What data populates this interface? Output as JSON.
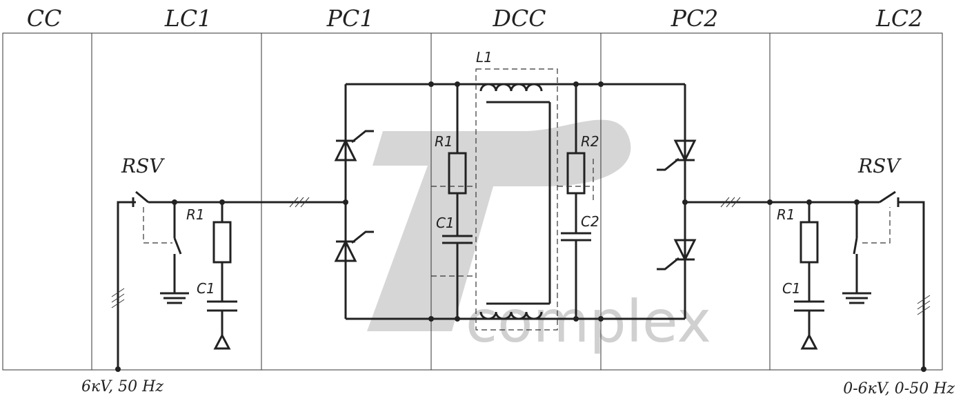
{
  "sections": [
    "CC",
    "LC1",
    "PC1",
    "DCC",
    "PC2",
    "LC2"
  ],
  "labels": {
    "rsv_left": "RSV",
    "rsv_right": "RSV",
    "lc1_r": "R1",
    "lc1_c": "C1",
    "dcc_r1": "R1",
    "dcc_c1": "C1",
    "dcc_r2": "R2",
    "dcc_c2": "C2",
    "dcc_l": "L1",
    "lc2_r": "R1",
    "lc2_c": "C1"
  },
  "voltages": {
    "input": "6кV, 50 Hz",
    "output": "0-6кV, 0-50 Hz"
  },
  "watermark": {
    "letter": "P",
    "word": "complex"
  }
}
